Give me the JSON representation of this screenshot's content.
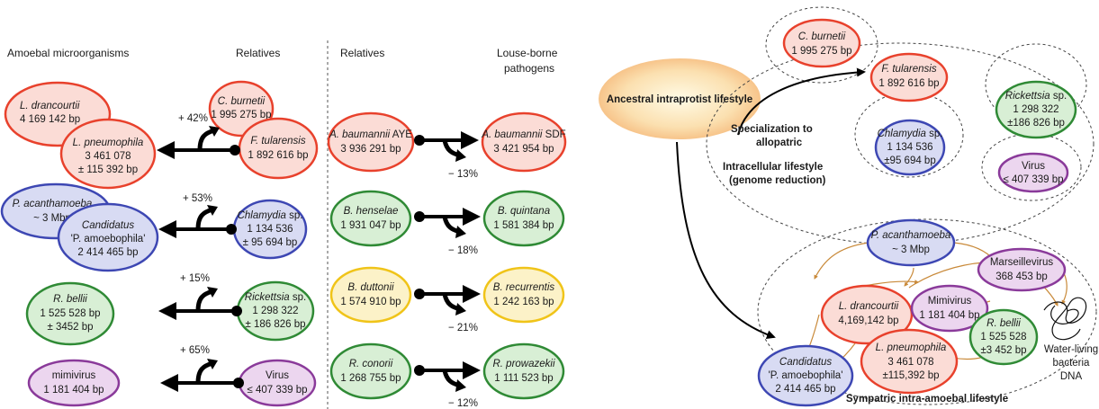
{
  "colors": {
    "red": "#e8412c",
    "red_fill": "#fbdcd6",
    "blue": "#3d47b3",
    "blue_fill": "#d8dbf3",
    "green": "#2f8a35",
    "green_fill": "#d8efd5",
    "yellow": "#f0c419",
    "yellow_fill": "#fcf2c8",
    "purple": "#8a3a9a",
    "purple_fill": "#ecd6ef",
    "orange_arrow": "#c98a3a",
    "ancestral_inner": "#fff6d8",
    "ancestral_outer": "#f7c48a"
  },
  "headers": {
    "amoebal": "Amoebal microorganisms",
    "relatives_left": "Relatives",
    "relatives_right": "Relatives",
    "louse_line1": "Louse-borne",
    "louse_line2": "pathogens"
  },
  "panel_a": {
    "amoebal": {
      "drancourtii": {
        "name": "L. drancourtii",
        "size": "4 169 142 bp"
      },
      "pneumophila": {
        "name": "L. pneumophila",
        "size1": "3 461 078",
        "size2": "± 115 392 bp"
      },
      "acanthamoeba": {
        "name": "P. acanthamoeba",
        "size": "~ 3 Mbp"
      },
      "candidatus": {
        "name": "Candidatus",
        "line2": "'P. amoebophila'",
        "size": "2 414 465 bp"
      },
      "bellii": {
        "name": "R. bellii",
        "size1": "1 525 528 bp",
        "size2": "± 3452 bp"
      },
      "mimivirus": {
        "name": "mimivirus",
        "size": "1 181 404 bp"
      }
    },
    "relatives": {
      "burnetii": {
        "name": "C. burnetii",
        "size": "1 995 275 bp"
      },
      "tularensis": {
        "name": "F. tularensis",
        "size": "1 892 616 bp"
      },
      "chlamydia": {
        "name": "Chlamydia",
        "suffix": " sp.",
        "size1": "1 134 536",
        "size2": "± 95 694 bp"
      },
      "rickettsia": {
        "name": "Rickettsia",
        "suffix": " sp.",
        "size1": "1 298 322",
        "size2": "± 186 826 bp"
      },
      "virus": {
        "name": "Virus",
        "size": "≤ 407 339 bp"
      }
    },
    "percentages": [
      "+ 42%",
      "+ 53%",
      "+ 15%",
      "+ 65%"
    ]
  },
  "panel_b": {
    "rows": [
      {
        "left_name": "A. baumannii",
        "left_suffix": " AYE",
        "left_size": "3 936 291 bp",
        "right_name": "A. baumannii",
        "right_suffix": " SDF",
        "right_size": "3 421 954 bp",
        "pct": "− 13%"
      },
      {
        "left_name": "B. henselae",
        "left_suffix": "",
        "left_size": "1 931 047 bp",
        "right_name": "B. quintana",
        "right_suffix": "",
        "right_size": "1 581 384 bp",
        "pct": "− 18%"
      },
      {
        "left_name": "B. duttonii",
        "left_suffix": "",
        "left_size": "1 574 910 bp",
        "right_name": "B. recurrentis",
        "right_suffix": "",
        "right_size": "1 242 163 bp",
        "pct": "− 21%"
      },
      {
        "left_name": "R. conorii",
        "left_suffix": "",
        "left_size": "1 268 755 bp",
        "right_name": "R. prowazekii",
        "right_suffix": "",
        "right_size": "1 111 523 bp",
        "pct": "− 12%"
      }
    ]
  },
  "panel_c": {
    "ancestral": "Ancestral intraprotist lifestyle",
    "specialization_line1": "Specialization to",
    "specialization_line2": "allopatric",
    "intracellular_line1": "Intracellular lifestyle",
    "intracellular_line2": "(genome reduction)",
    "burnetii": {
      "name": "C. burnetii",
      "size": "1 995 275 bp"
    },
    "tularensis": {
      "name": "F. tularensis",
      "size": "1 892 616 bp"
    },
    "rickettsia": {
      "name": "Rickettsia",
      "suffix": " sp.",
      "size1": "1 298 322",
      "size2": "±186 826 bp"
    },
    "chlamydia": {
      "name": "Chlamydia",
      "suffix": " sp.",
      "size1": "1 134 536",
      "size2": "±95 694 bp"
    },
    "virus": {
      "name": "Virus",
      "size": "≤ 407 339 bp"
    },
    "acanthamoeba": {
      "name": "P. acanthamoeba",
      "size": "~ 3 Mbp"
    },
    "marseillevirus": {
      "name": "Marseillevirus",
      "size": "368 453 bp"
    },
    "drancourtii": {
      "name": "L. drancourtii",
      "size": "4,169,142 bp"
    },
    "mimivirus": {
      "name": "Mimivirus",
      "size": "1 181 404 bp"
    },
    "bellii": {
      "name": "R. bellii",
      "size1": "1 525 528",
      "size2": "±3 452 bp"
    },
    "candidatus": {
      "name": "Candidatus",
      "line2": "'P. amoebophila'",
      "size": "2 414 465 bp"
    },
    "pneumophila": {
      "name": "L. pneumophila",
      "size1": "3 461 078",
      "size2": "±115,392 bp"
    },
    "water_line1": "Water-living",
    "water_line2": "bacteria",
    "water_line3": "DNA",
    "sympatric": "Sympatric intra-amoebal lifestyle"
  }
}
